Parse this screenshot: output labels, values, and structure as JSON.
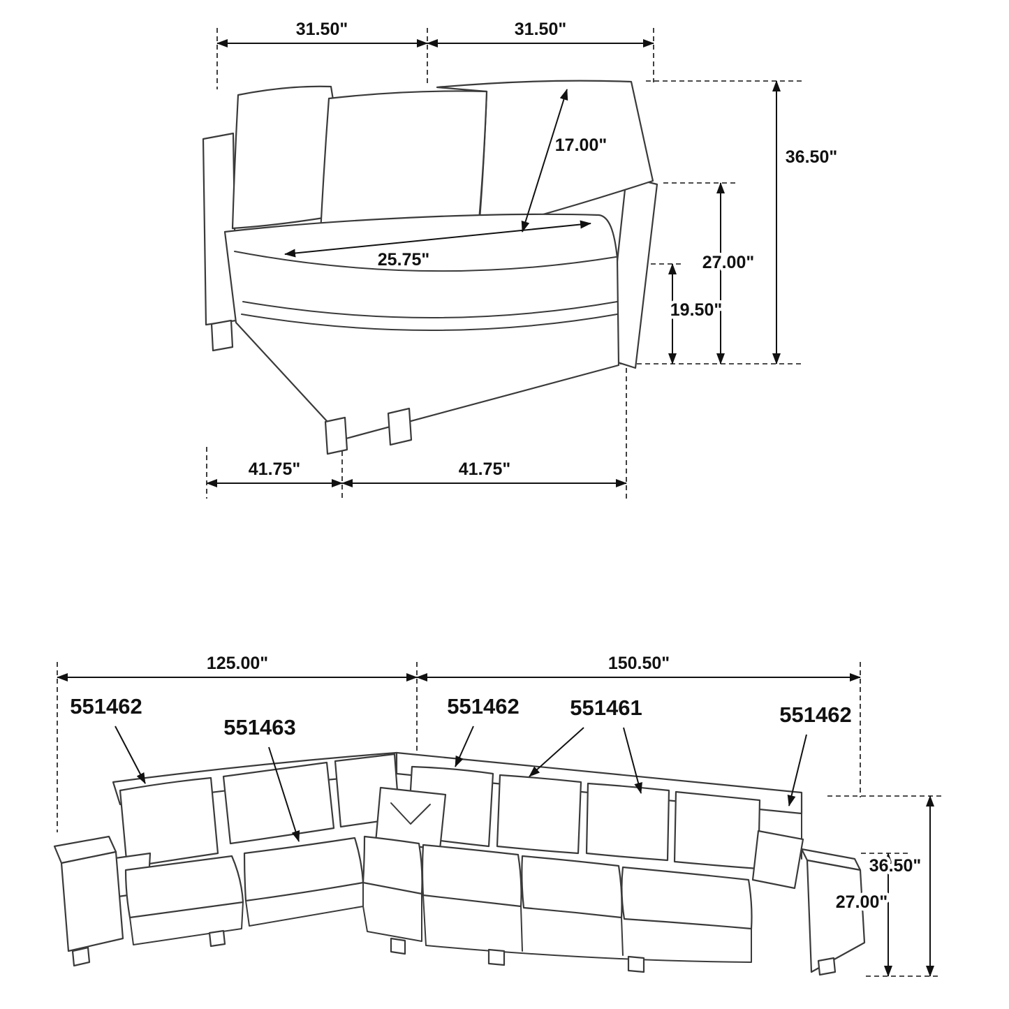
{
  "diagram": {
    "module": {
      "dims": {
        "top_left_width": "31.50\"",
        "top_right_width": "31.50\"",
        "back_cushion_length": "17.00\"",
        "overall_height": "36.50\"",
        "seat_depth": "25.75\"",
        "back_height_from_floor": "27.00\"",
        "seat_height": "19.50\"",
        "bottom_left_width": "41.75\"",
        "bottom_right_width": "41.75\""
      }
    },
    "sectional": {
      "dims": {
        "left_width": "125.00\"",
        "right_width": "150.50\"",
        "overall_height": "36.50\"",
        "arm_height": "27.00\""
      },
      "skus": [
        "551462",
        "551463",
        "551462",
        "551461",
        "551462"
      ]
    }
  }
}
